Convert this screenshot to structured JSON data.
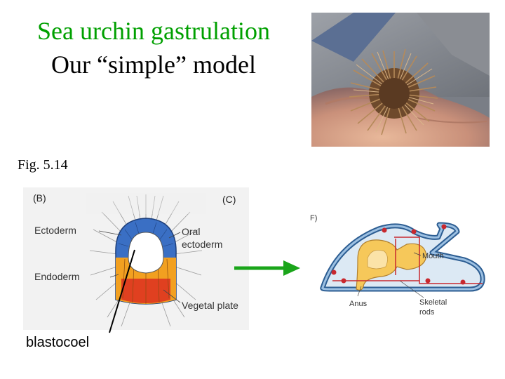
{
  "title": {
    "line1": "Sea urchin gastrulation",
    "line2": "Our “simple” model"
  },
  "figure_ref": "Fig. 5.14",
  "panel_b": {
    "panel_label": "(B)",
    "panel_label_c": "(C)",
    "labels": {
      "ectoderm": "Ectoderm",
      "oral": "Oral",
      "oral2": "ectoderm",
      "endoderm": "Endoderm",
      "vegetal_plate": "Vegetal plate"
    }
  },
  "panel_f": {
    "panel_label": "F)",
    "labels": {
      "mouth": "Mouth",
      "anus": "Anus",
      "skeletal": "Skeletal",
      "rods": "rods"
    }
  },
  "annotation": "blastocoel",
  "colors": {
    "title_green": "#00a000",
    "arrow_green": "#1aa51a",
    "ectoderm_blue": "#3a6fc4",
    "endoderm_orange": "#f2a020",
    "vegetal_red": "#e04020",
    "larva_outline": "#5a8ec6",
    "gut_yellow": "#f6c85a",
    "skeleton_red": "#c8282e"
  }
}
